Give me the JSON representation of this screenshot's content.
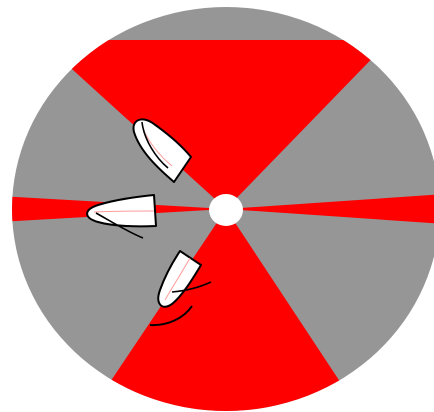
{
  "game": {
    "board": {
      "colors": {
        "red_zone": "#ff0000",
        "gray_zone": "#969696",
        "hub": "#ffffff",
        "outline": "#000000",
        "boat_fill": "#ffffff",
        "boat_stripe": "#ff9a9a"
      },
      "zones": [
        {
          "name": "top-red-zone",
          "color": "red"
        },
        {
          "name": "upper-right-gray-zone",
          "color": "gray"
        },
        {
          "name": "right-red-zone",
          "color": "red"
        },
        {
          "name": "lower-right-gray-zone",
          "color": "gray"
        },
        {
          "name": "bottom-red-zone",
          "color": "red"
        },
        {
          "name": "lower-left-gray-zone",
          "color": "gray"
        },
        {
          "name": "left-red-zone",
          "color": "red"
        },
        {
          "name": "upper-left-gray-zone",
          "color": "gray"
        }
      ]
    },
    "boats": [
      {
        "name": "boat-upper-left",
        "icon": "sailboat-icon"
      },
      {
        "name": "boat-left",
        "icon": "sailboat-icon"
      },
      {
        "name": "boat-lower-left",
        "icon": "sailboat-icon"
      }
    ]
  }
}
